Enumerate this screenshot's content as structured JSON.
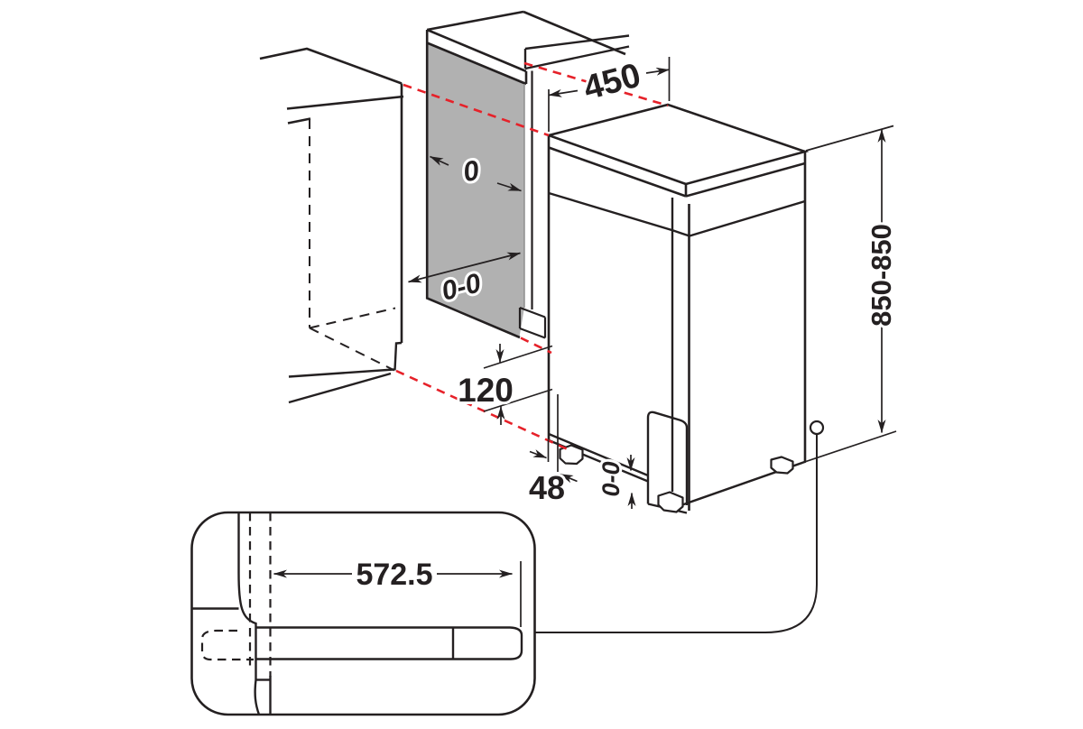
{
  "diagram": {
    "kind": "appliance-installation-dimension-drawing",
    "labels": {
      "top_width": "450",
      "side_gap": "0",
      "side_gap_range": "0-0",
      "plinth_height": "120",
      "plinth_recess": "48",
      "feet_adjust_range": "0-0",
      "height_range": "850-850",
      "door_open_depth": "572.5"
    },
    "colors": {
      "line": "#242021",
      "guide_red": "#e62129",
      "panel_gray": "#b1b1b1",
      "background": "#ffffff"
    }
  }
}
